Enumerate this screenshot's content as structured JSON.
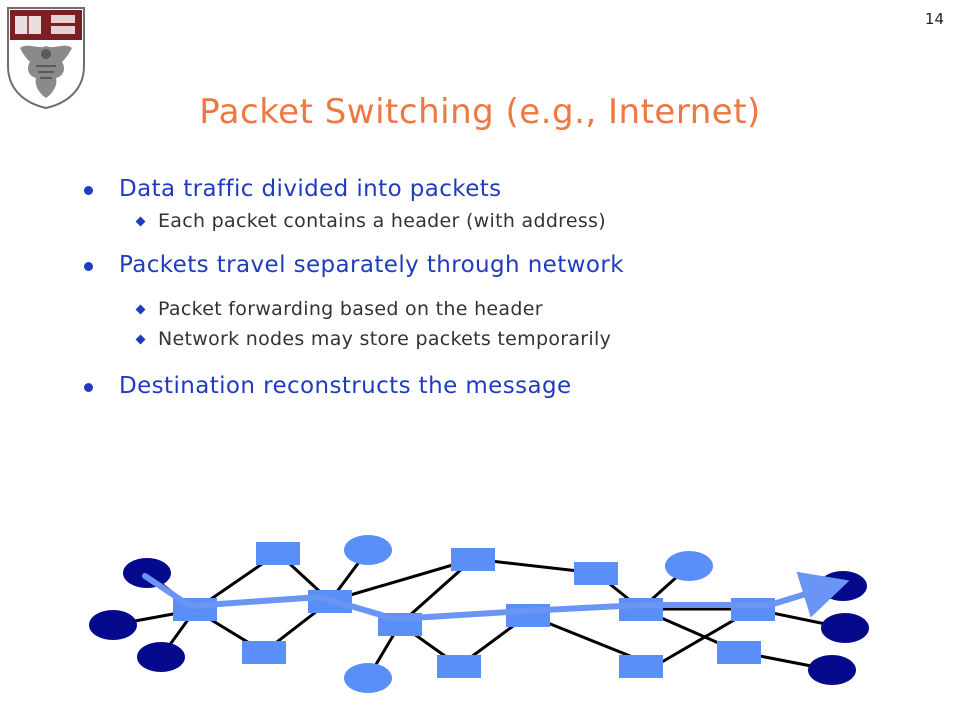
{
  "page_number": "14",
  "title": "Packet Switching (e.g., Internet)",
  "bullets": [
    {
      "text": "Data traffic divided into packets",
      "sub": [
        "Each packet contains a header (with address)"
      ]
    },
    {
      "text": "Packets travel separately through network",
      "sub": [
        "Packet forwarding based on the header",
        "Network nodes may store packets temporarily"
      ]
    },
    {
      "text": "Destination reconstructs the message",
      "sub": []
    }
  ],
  "colors": {
    "title": "#ee7742",
    "bullet_text": "#1f3bbf",
    "router": "#5b8ff8",
    "light_host": "#5b8ff8",
    "dark_host": "#050a8c",
    "path": "#6b95f4",
    "logo_red": "#7b1f24"
  },
  "icons": {
    "logo": "university-crest-icon"
  }
}
